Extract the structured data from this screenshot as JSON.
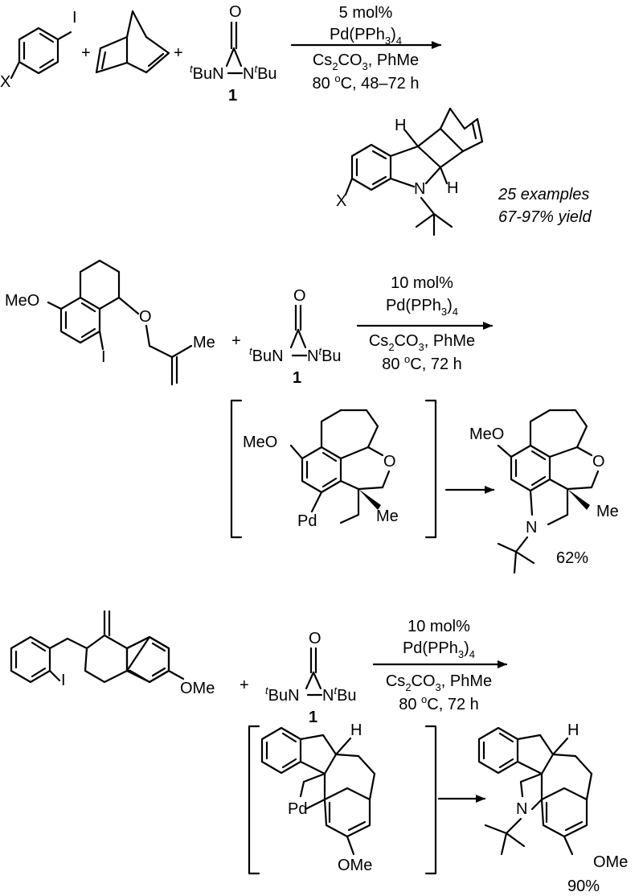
{
  "atoms": {
    "I": "I",
    "X": "X",
    "O": "O",
    "N": "N",
    "H": "H",
    "MeO": "MeO",
    "OMe": "OMe",
    "Me": "Me",
    "Pd": "Pd",
    "tBu_prefix": "t",
    "Bu": "Bu",
    "tBuN_prefix": "t",
    "BuN": "BuN",
    "plus": "+"
  },
  "reagent_label": "1",
  "reaction1": {
    "conditions_above": [
      "5 mol%",
      "Pd(PPh",
      "3",
      ")",
      "4"
    ],
    "conditions_below": [
      "Cs",
      "2",
      "CO",
      "3",
      ", PhMe",
      "80 ",
      "o",
      "C, 48–72 h"
    ],
    "examples": "25 examples",
    "yield": "67-97% yield"
  },
  "reaction2": {
    "conditions_above": [
      "10 mol%",
      "Pd(PPh",
      "3",
      ")",
      "4"
    ],
    "conditions_below": [
      "Cs",
      "2",
      "CO",
      "3",
      ", PhMe",
      "80 ",
      "o",
      "C, 72 h"
    ],
    "yield": "62%"
  },
  "reaction3": {
    "conditions_above": [
      "10 mol%",
      "Pd(PPh",
      "3",
      ")",
      "4"
    ],
    "conditions_below": [
      "Cs",
      "2",
      "CO",
      "3",
      ", PhMe",
      "80 ",
      "o",
      "C, 72 h"
    ],
    "yield": "90%"
  }
}
